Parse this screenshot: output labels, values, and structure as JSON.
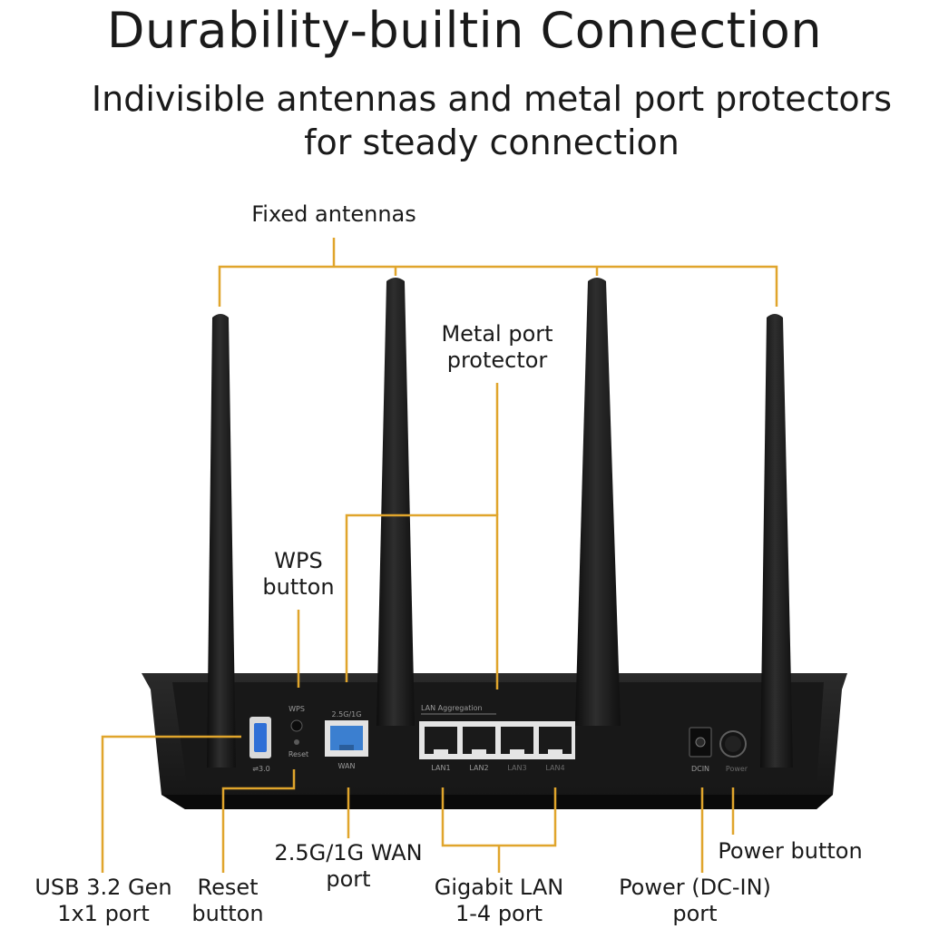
{
  "heading": {
    "title": "Durability-builtin Connection",
    "subtitle_line1": "Indivisible antennas and metal port protectors",
    "subtitle_line2": "for steady connection"
  },
  "callouts": {
    "fixed_antennas": "Fixed antennas",
    "metal_protector_1": "Metal port",
    "metal_protector_2": "protector",
    "wps_1": "WPS",
    "wps_2": "button",
    "usb_1": "USB 3.2 Gen",
    "usb_2": "1x1 port",
    "reset_1": "Reset",
    "reset_2": "button",
    "wan_1": "2.5G/1G WAN",
    "wan_2": "port",
    "lan_1": "Gigabit LAN",
    "lan_2": "1-4 port",
    "dcin_1": "Power (DC-IN)",
    "dcin_2": "port",
    "power_button": "Power button"
  },
  "panel_labels": {
    "wps": "WPS",
    "reset": "Reset",
    "usb": "⇌3.0",
    "wan_speed": "2.5G/1G",
    "wan": "WAN",
    "lan_aggregation": "LAN Aggregation",
    "lan1": "LAN1",
    "lan2": "LAN2",
    "lan3": "LAN3",
    "lan4": "LAN4",
    "dcin": "DCIN",
    "power": "Power"
  },
  "colors": {
    "leader_line": "#e0a52c",
    "body": "#1c1c1c",
    "wan_port": "#3b7fd0",
    "usb_port": "#2f6fd6"
  }
}
